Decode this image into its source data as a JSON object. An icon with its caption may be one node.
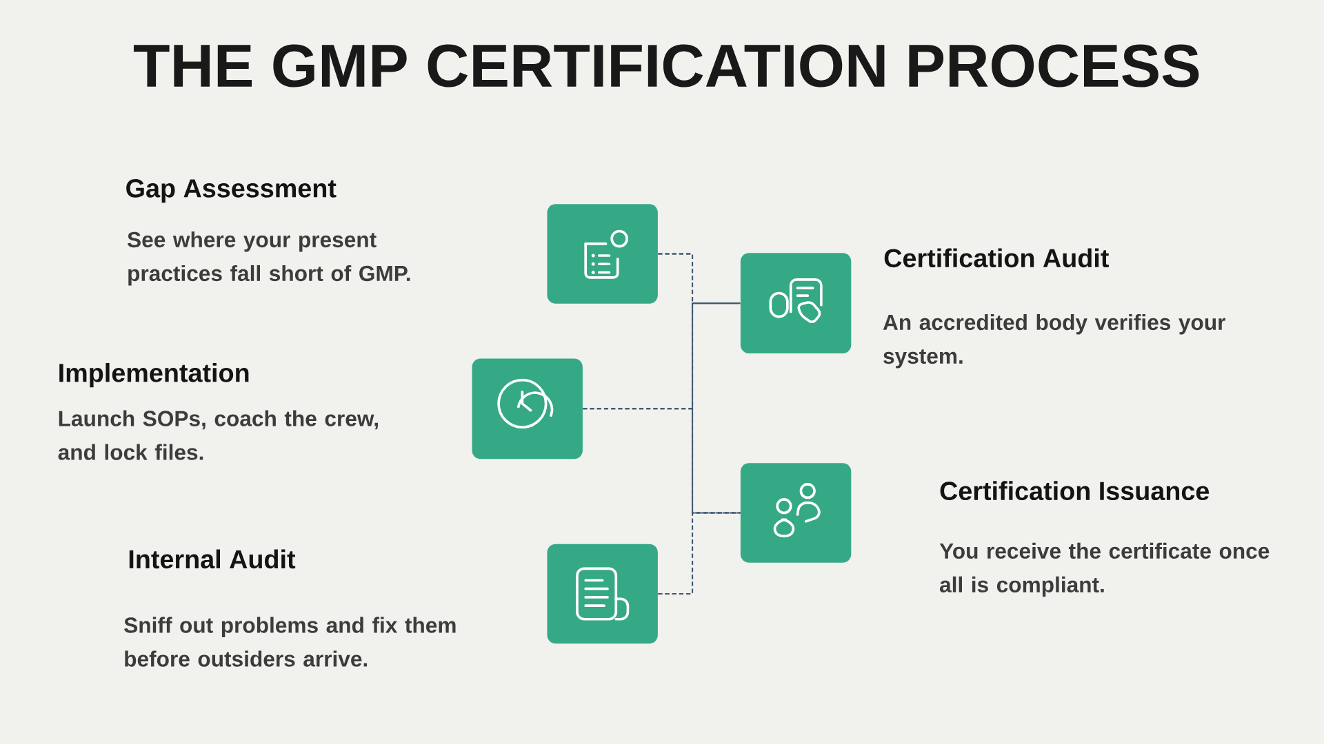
{
  "diagram": {
    "title": "THE GMP CERTIFICATION PROCESS",
    "nodes": [
      {
        "text": [],
        "shape": "box",
        "beside": [
          "Gap Assessment",
          "See where your present practices fall short of GMP."
        ]
      },
      {
        "text": [],
        "shape": "box",
        "beside": [
          "Certification Audit",
          "An accredited body verifies your system."
        ]
      },
      {
        "text": [],
        "shape": "box",
        "beside": [
          "Implementation",
          "Launch SOPs, coach the crew, and lock files."
        ]
      },
      {
        "text": [],
        "shape": "box",
        "beside": [
          "Certification Issuance",
          "You receive the certificate once all is compliant."
        ]
      },
      {
        "text": [],
        "shape": "box",
        "beside": [
          "Internal Audit",
          "Sniff out problems and fix them before outsiders arrive."
        ]
      }
    ],
    "edges": [
      {
        "from": 0,
        "to": 1,
        "arrow": "none",
        "style": "dashed"
      },
      {
        "from": 0,
        "to": 3,
        "arrow": "none",
        "style": "dashed"
      },
      {
        "from": 2,
        "to": 1,
        "arrow": "none",
        "style": "dashed"
      },
      {
        "from": 2,
        "to": 3,
        "arrow": "none",
        "style": "dashed"
      },
      {
        "from": 4,
        "to": 1,
        "arrow": "none",
        "style": "dashed"
      },
      {
        "from": 4,
        "to": 3,
        "arrow": "none",
        "style": "dashed"
      }
    ]
  }
}
